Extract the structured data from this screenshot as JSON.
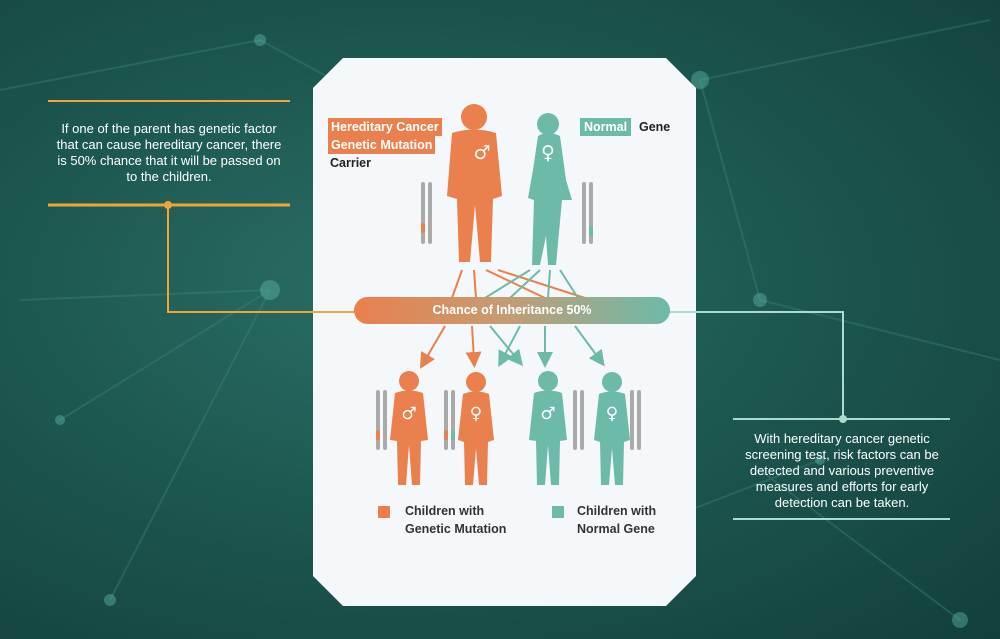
{
  "left_note": "If one of the parent has genetic factor that can cause hereditary cancer, there is 50% chance that it will be passed on to the children.",
  "right_note": "With hereditary cancer genetic screening test, risk factors can be detected and various preventive measures and efforts for  early detection can be taken.",
  "father": {
    "label_line1": "Hereditary Cancer",
    "label_line2": "Genetic Mutation",
    "label_line3": "Carrier"
  },
  "mother": {
    "label_highlight": "Normal",
    "label_rest": "Gene"
  },
  "inheritance_label": "Chance of Inheritance 50%",
  "legend": {
    "mutation_line1": "Children with",
    "mutation_line2": "Genetic Mutation",
    "normal_line1": "Children with",
    "normal_line2": "Normal Gene"
  },
  "symbols": {
    "male": "♂",
    "female": "♀"
  },
  "colors": {
    "orange": "#e9804d",
    "teal": "#6dbaa9",
    "connector_orange": "#f0a536",
    "connector_teal": "#a9dccf"
  }
}
